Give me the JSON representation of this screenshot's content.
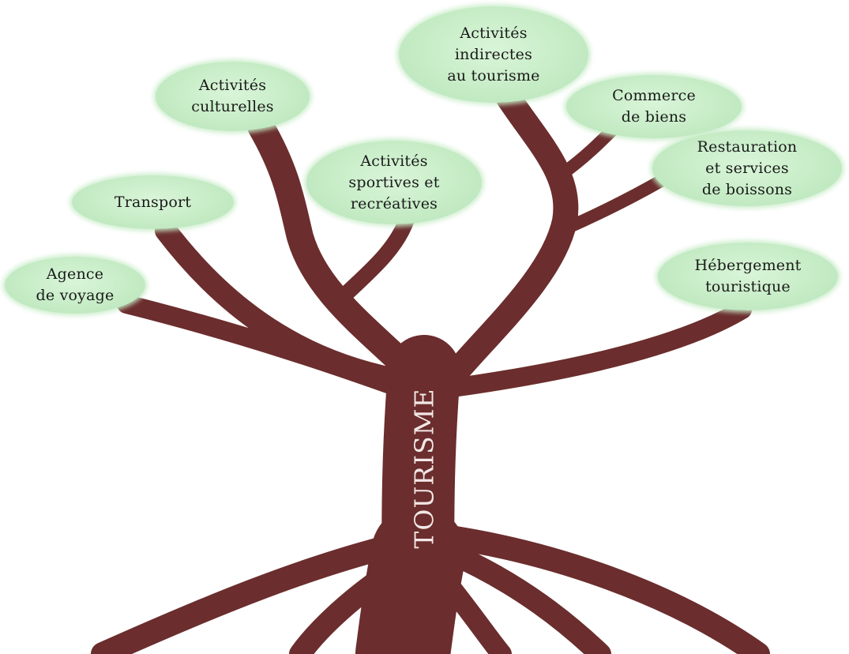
{
  "diagram": {
    "trunk_label": "TOURISME",
    "colors": {
      "trunk": "#6b2d2d",
      "leaf": "#c6ecc6",
      "trunk_text": "#f2e6e6"
    },
    "leaves": {
      "activites_indirectes": "Activités\nindirectes\nau tourisme",
      "activites_culturelles": "Activités\nculturelles",
      "commerce_de_biens": "Commerce\nde biens",
      "activites_sportives": "Activités\nsportives et\nrecréatives",
      "restauration": "Restauration\net services\nde boissons",
      "transport": "Transport",
      "agence_de_voyage": "Agence\nde voyage",
      "hebergement": "Hébergement\ntouristique"
    }
  }
}
